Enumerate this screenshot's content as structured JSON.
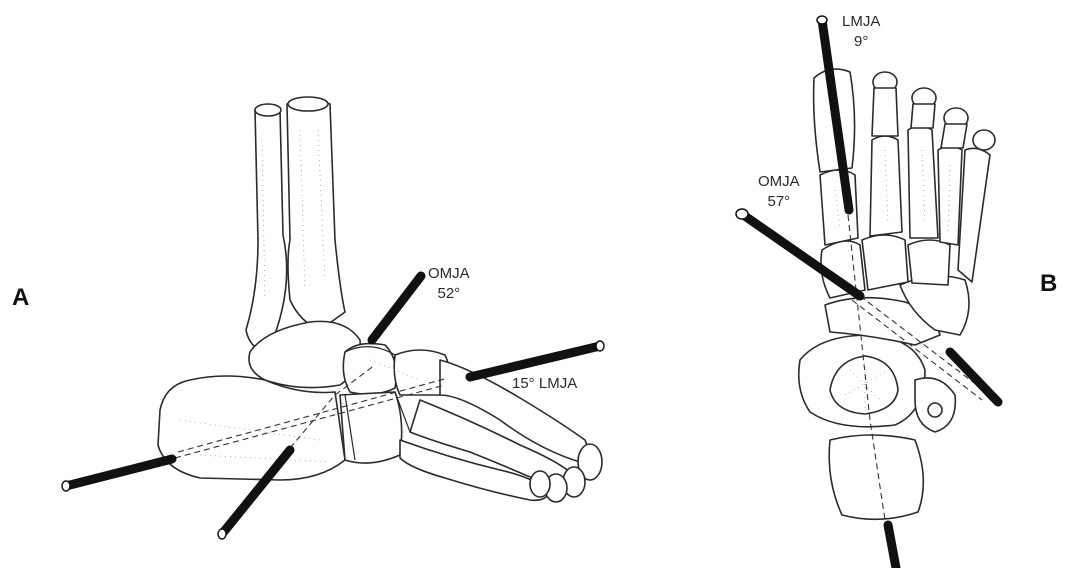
{
  "panels": {
    "a": {
      "letter": "A",
      "omja": {
        "name": "OMJA",
        "angle": "52°"
      },
      "lmja": {
        "text": "15° LMJA"
      }
    },
    "b": {
      "letter": "B",
      "lmja": {
        "name": "LMJA",
        "angle": "9°"
      },
      "omja": {
        "name": "OMJA",
        "angle": "57°"
      }
    }
  }
}
